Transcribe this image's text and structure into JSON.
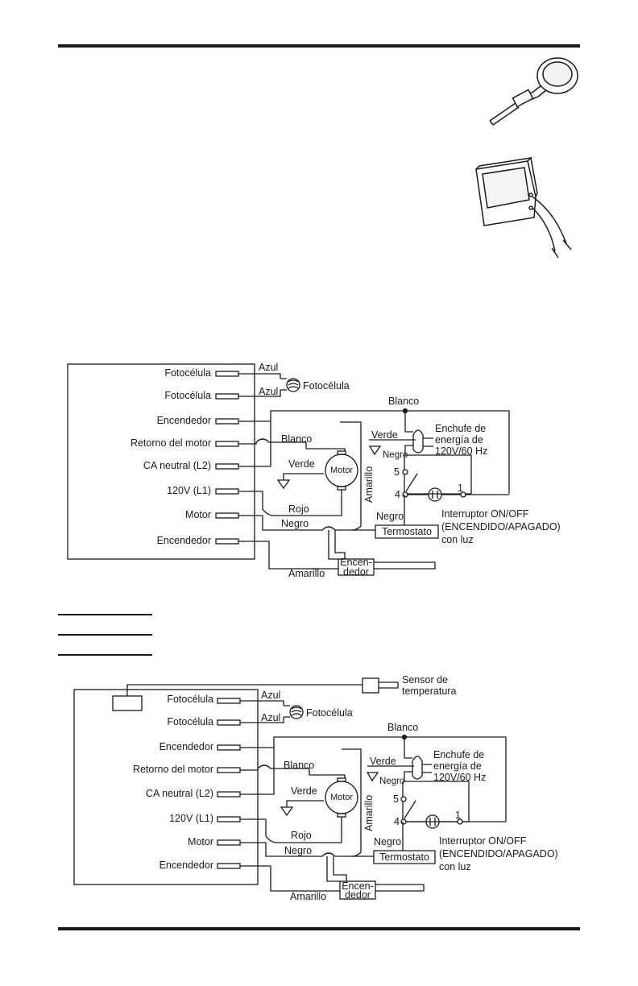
{
  "diagram1": {
    "left_labels": [
      "Fotocélula",
      "Fotocélula",
      "Encendedor",
      "Retorno del motor",
      "CA neutral (L2)",
      "120V (L1)",
      "Motor",
      "Encendedor"
    ],
    "wire_azul_1": "Azul",
    "wire_azul_2": "Azul",
    "photocell": "Fotocélula",
    "blanco_top": "Blanco",
    "blanco_motor": "Blanco",
    "verde_plug": "Verde",
    "negro_plug": "Negro",
    "plug_line1": "Enchufe de",
    "plug_line2": "energía de",
    "plug_line3": "120V/60 Hz",
    "verde_motor": "Verde",
    "motor": "Motor",
    "amarillo_vertical": "Amarillo",
    "terminal_5": "5",
    "terminal_4": "4",
    "terminal_1": "1",
    "rojo": "Rojo",
    "negro_motor": "Negro",
    "negro_switch": "Negro",
    "switch_line1": "Interruptor ON/OFF",
    "switch_line2": "(ENCENDIDO/APAGADO)",
    "switch_line3": "con luz",
    "thermostat": "Termostato",
    "igniter_line1": "Encen-",
    "igniter_line2": "dedor",
    "amarillo_bottom": "Amarillo"
  },
  "diagram2": {
    "left_labels": [
      "Fotocélula",
      "Fotocélula",
      "Encendedor",
      "Retorno del motor",
      "CA neutral (L2)",
      "120V (L1)",
      "Motor",
      "Encendedor"
    ],
    "sensor_line1": "Sensor de",
    "sensor_line2": "temperatura",
    "wire_azul_1": "Azul",
    "wire_azul_2": "Azul",
    "photocell": "Fotocélula",
    "blanco_top": "Blanco",
    "blanco_motor": "Blanco",
    "verde_plug": "Verde",
    "negro_plug": "Negro",
    "plug_line1": "Enchufe de",
    "plug_line2": "energía de",
    "plug_line3": "120V/60 Hz",
    "verde_motor": "Verde",
    "motor": "Motor",
    "amarillo_vertical": "Amarillo",
    "terminal_5": "5",
    "terminal_4": "4",
    "terminal_1": "1",
    "rojo": "Rojo",
    "negro_motor": "Negro",
    "negro_switch": "Negro",
    "switch_line1": "Interruptor ON/OFF",
    "switch_line2": "(ENCENDIDO/APAGADO)",
    "switch_line3": "con luz",
    "thermostat": "Termostato",
    "igniter_line1": "Encen-",
    "igniter_line2": "dedor",
    "amarillo_bottom": "Amarillo"
  }
}
